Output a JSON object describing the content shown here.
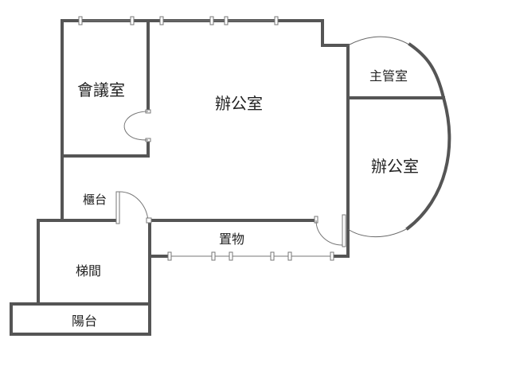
{
  "rooms": {
    "meeting": "會議室",
    "office_main": "辦公室",
    "manager": "主管室",
    "office_side": "辦公室",
    "counter": "櫃台",
    "storage": "置物",
    "stairs": "梯間",
    "balcony": "陽台"
  },
  "colors": {
    "wall": "#555555",
    "background": "#ffffff",
    "text": "#222222"
  }
}
